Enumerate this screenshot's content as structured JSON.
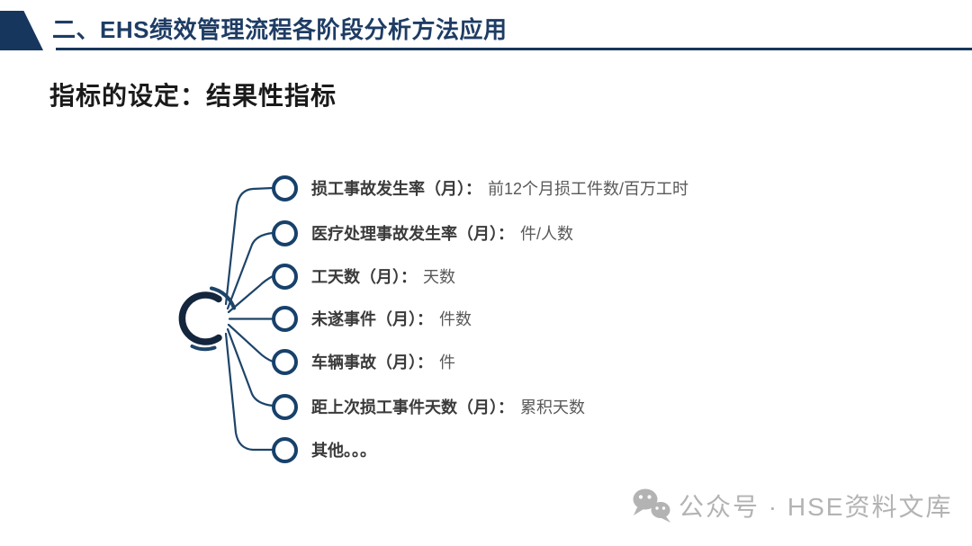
{
  "header": {
    "title": "二、EHS绩效管理流程各阶段分析方法应用"
  },
  "page_title": "指标的设定：结果性指标",
  "diagram": {
    "center_icon": "open-circle-icon",
    "items": [
      {
        "label": "损工事故发生率（月）：",
        "value": "前12个月损工件数/百万工时"
      },
      {
        "label": "医疗处理事故发生率（月）：",
        "value": "件/人数"
      },
      {
        "label": "工天数（月）：",
        "value": "天数"
      },
      {
        "label": "未遂事件（月）：",
        "value": "件数"
      },
      {
        "label": "车辆事故（月）：",
        "value": "件"
      },
      {
        "label": "距上次损工事件天数（月）：",
        "value": "累积天数"
      },
      {
        "label": "其他。。。",
        "value": ""
      }
    ]
  },
  "watermark": {
    "icon": "wechat-icon",
    "text": "公众号 · HSE资料文库"
  },
  "colors": {
    "navy": "#17365d",
    "header_text": "#1e3c64",
    "connector": "#1d4469",
    "node_ring": "#17416b",
    "center_glyph": "#14263d",
    "label_text": "#3a3a3a",
    "value_text": "#595959",
    "watermark_gray": "#b3b3b3"
  }
}
